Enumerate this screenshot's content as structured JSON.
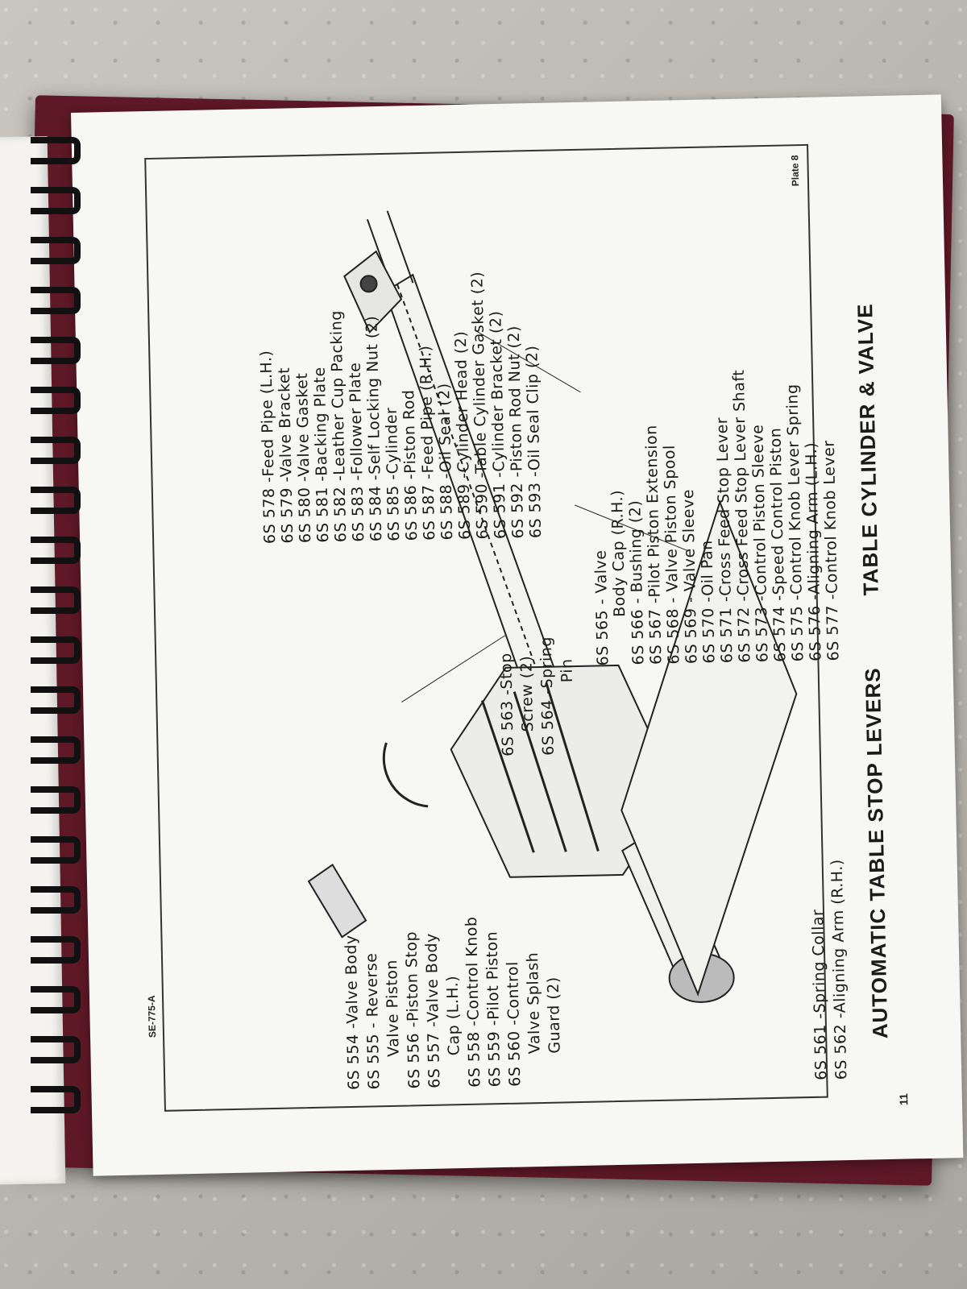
{
  "plate": "Plate 8",
  "page_number": "11",
  "doc_code": "SE-775-A",
  "title_left": "AUTOMATIC TABLE STOP LEVERS",
  "title_right": "TABLE CYLINDER & VALVE",
  "left_parts": [
    "6S 554 -Valve Body",
    "6S 555 - Reverse",
    "Valve Piston",
    "6S 556 -Piston Stop",
    "6S 557 -Valve Body",
    "Cap (L.H.)",
    "6S 558 -Control Knob",
    "6S 559 -Pilot Piston",
    "6S 560 -Control",
    "Valve Splash",
    "Guard (2)",
    "6S 561 -Spring Collar",
    "6S 562 -Aligning Arm (R.H.)"
  ],
  "middle_parts": [
    "6S 563 -Stop",
    "Screw (2)",
    "6S 564 -Spring",
    "Pin"
  ],
  "upper_parts": [
    "6S 578 -Feed Pipe (L.H.)",
    "6S 579 -Valve Bracket",
    "6S 580 -Valve Gasket",
    "6S 581 -Backing Plate",
    "6S 582 -Leather Cup Packing",
    "6S 583 -Follower Plate",
    "6S 584 -Self Locking Nut (2)",
    "6S 585 -Cylinder",
    "6S 586 -Piston Rod",
    "6S 587 -Feed Pipe (R.H.)",
    "6S 588 -Oil Seal (2)",
    "6S 589 -Cylinder Head (2)",
    "6S 590 -Table Cylinder Gasket (2)",
    "6S 591 -Cylinder Bracket (2)",
    "6S 592 -Piston Rod Nut (2)",
    "6S 593 -Oil Seal Clip (2)"
  ],
  "right_parts": [
    "6S 565 - Valve",
    "Body Cap (R.H.)",
    "6S 566 - Bushing (2)",
    "6S 567 -Pilot Piston Extension",
    "6S 568 - Valve Piston Spool",
    "6S 569 - Valve Sleeve",
    "6S 570 -Oil Pan",
    "6S 571 -Cross Feed Stop Lever",
    "6S 572 -Cross Feed Stop Lever Shaft",
    "6S 573 -Control Piston Sleeve",
    "6S 574 -Speed Control Piston",
    "6S 575 -Control Knob Lever Spring",
    "6S 576 -Aligning Arm (L.H.)",
    "6S 577 -Control Knob Lever"
  ]
}
